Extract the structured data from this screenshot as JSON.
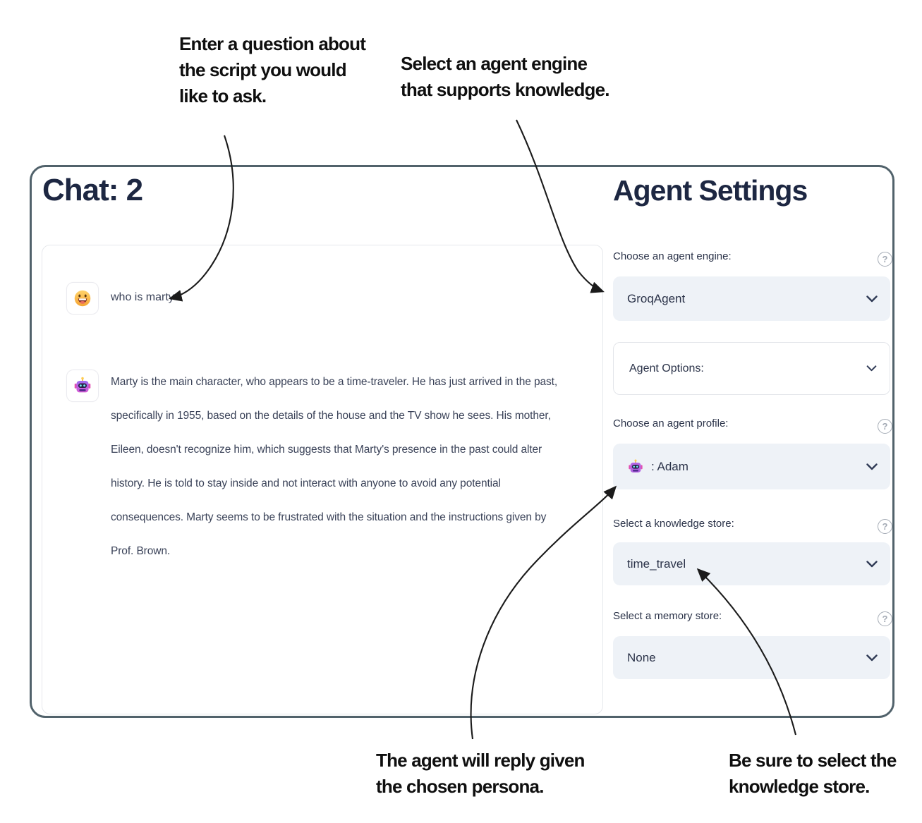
{
  "annotations": {
    "question": "Enter a question about\nthe script you would\nlike to ask.",
    "engine": "Select an agent engine\nthat supports knowledge.",
    "persona": "The agent will reply given\nthe chosen persona.",
    "knowledge": "Be sure to select the\nknowledge store."
  },
  "chat": {
    "title": "Chat: 2",
    "messages": [
      {
        "role": "user",
        "avatar": "grinning-face-emoji",
        "text": "who is marty"
      },
      {
        "role": "assistant",
        "avatar": "robot-emoji",
        "text": "Marty is the main character, who appears to be a time-traveler. He has just arrived in the past, specifically in 1955, based on the details of the house and the TV show he sees. His mother, Eileen, doesn't recognize him, which suggests that Marty's presence in the past could alter history. He is told to stay inside and not interact with anyone to avoid any potential consequences. Marty seems to be frustrated with the situation and the instructions given by Prof. Brown."
      }
    ]
  },
  "settings": {
    "title": "Agent Settings",
    "help_glyph": "?",
    "engine": {
      "label": "Choose an agent engine:",
      "value": "GroqAgent"
    },
    "options_expander": {
      "label": "Agent Options:"
    },
    "profile": {
      "label": "Choose an agent profile:",
      "value": ": Adam",
      "icon": "robot-emoji"
    },
    "knowledge": {
      "label": "Select a knowledge store:",
      "value": "time_travel"
    },
    "memory": {
      "label": "Select a memory store:",
      "value": "None"
    }
  },
  "colors": {
    "panel_border": "#51626b",
    "title_text": "#1d2742",
    "label_text": "#2b3349",
    "body_text": "#3a4258",
    "select_background": "#eef2f7",
    "card_border": "#e6e8ec",
    "help_icon": "#a4abb5",
    "annotation_text": "#0f0f0f",
    "arrow": "#1b1b1b"
  }
}
